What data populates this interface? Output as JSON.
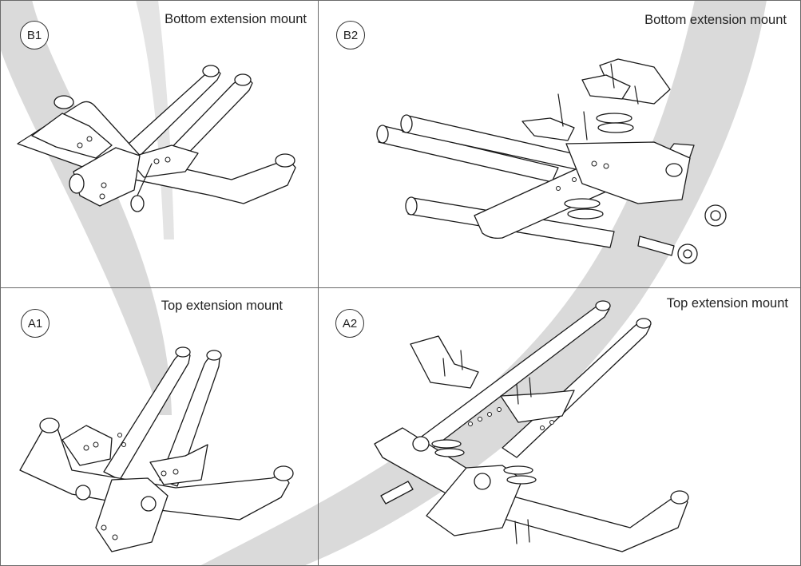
{
  "colors": {
    "background": "#ffffff",
    "swoosh": "#dadada",
    "line": "#1a1a1a",
    "divider": "#6a6a6a"
  },
  "panels": {
    "b1": {
      "badge": "B1",
      "title": "Bottom extension mount"
    },
    "b2": {
      "badge": "B2",
      "title": "Bottom extension mount"
    },
    "a1": {
      "badge": "A1",
      "title": "Top extension mount"
    },
    "a2": {
      "badge": "A2",
      "title": "Top extension mount"
    }
  }
}
